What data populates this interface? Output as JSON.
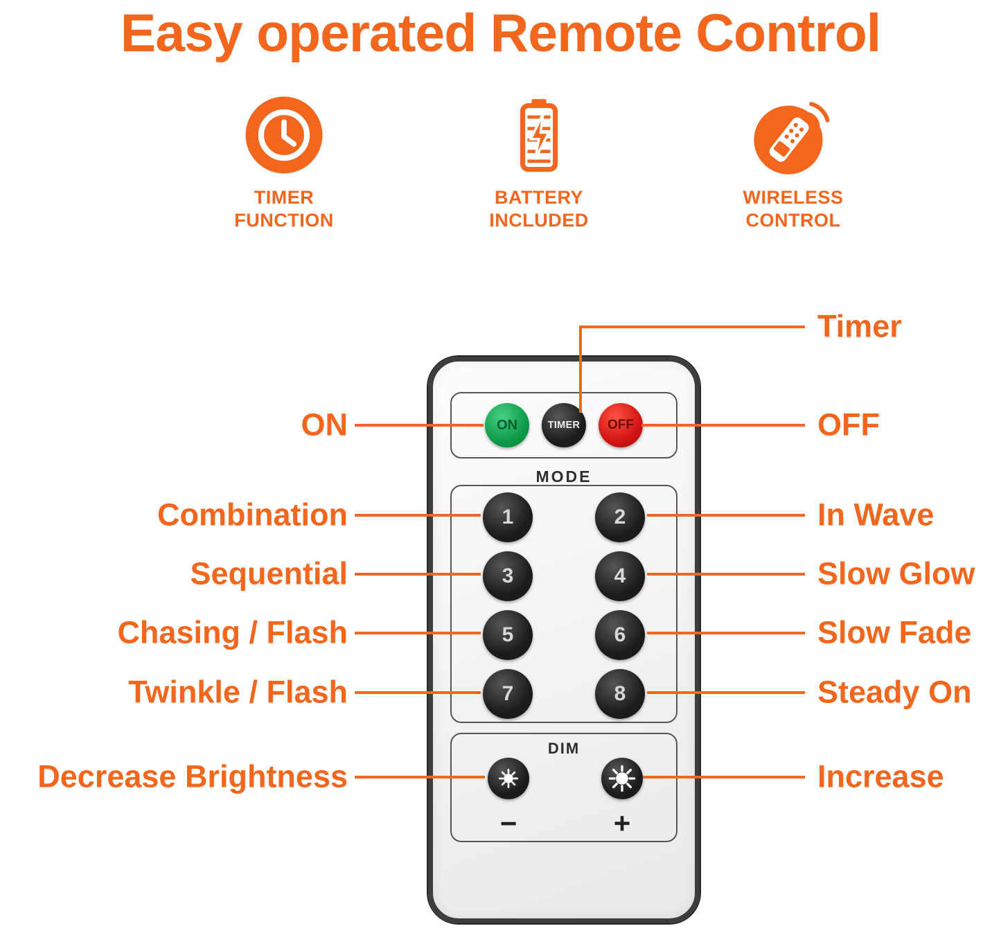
{
  "page": {
    "title": "Easy operated Remote Control",
    "accent_color": "#F2661D",
    "background_color": "#FFFFFF"
  },
  "features": [
    {
      "icon": "clock-icon",
      "label_line1": "TIMER",
      "label_line2": "FUNCTION"
    },
    {
      "icon": "battery-icon",
      "label_line1": "BATTERY",
      "label_line2": "INCLUDED"
    },
    {
      "icon": "wireless-icon",
      "label_line1": "WIRELESS",
      "label_line2": "CONTROL"
    }
  ],
  "remote": {
    "on_label": "ON",
    "timer_label": "TIMER",
    "off_label": "OFF",
    "mode_label": "MODE",
    "mode_buttons": [
      "1",
      "2",
      "3",
      "4",
      "5",
      "6",
      "7",
      "8"
    ],
    "dim_label": "DIM",
    "decrease_symbol": "−",
    "increase_symbol": "+",
    "icons": {
      "decrease": "sun-dim-icon",
      "increase": "sun-bright-icon"
    },
    "button_colors": {
      "on": "#18A95A",
      "off": "#D11414",
      "others": "#1E1E1E"
    }
  },
  "callouts": {
    "timer": "Timer",
    "on": "ON",
    "off": "OFF",
    "mode1": "Combination",
    "mode2": "In Wave",
    "mode3": "Sequential",
    "mode4": "Slow Glow",
    "mode5": "Chasing / Flash",
    "mode6": "Slow Fade",
    "mode7": "Twinkle / Flash",
    "mode8": "Steady On",
    "decrease": "Decrease Brightness",
    "increase": "Increase"
  }
}
